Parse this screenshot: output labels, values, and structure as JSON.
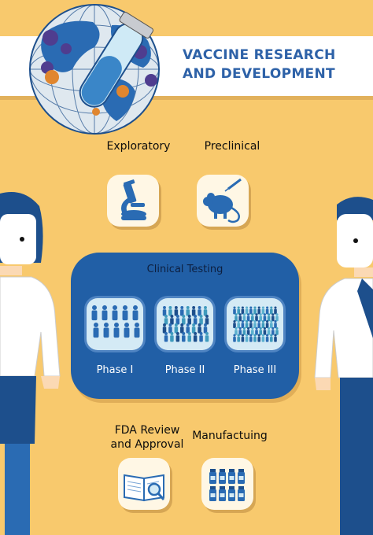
{
  "title": {
    "line1": "VACCINE RESEARCH",
    "line2": "AND DEVELOPMENT"
  },
  "stages": {
    "exploratory": "Exploratory",
    "preclinical": "Preclinical",
    "clinical_testing": "Clinical Testing",
    "fda_review_line1": "FDA Review",
    "fda_review_line2": "and Approval",
    "manufacturing": "Manufactuing"
  },
  "phases": [
    "Phase I",
    "Phase II",
    "Phase III"
  ],
  "icons": {
    "globe": "globe-virus-test-tube-icon",
    "exploratory": "microscope-icon",
    "preclinical": "lab-mouse-syringe-icon",
    "phase_1": "small-crowd-icon",
    "phase_2": "medium-crowd-icon",
    "phase_3": "large-crowd-icon",
    "fda": "book-magnifier-icon",
    "manufacturing": "vaccine-vials-icon"
  },
  "colors": {
    "background": "#f8c96d",
    "title": "#2e62a8",
    "panel": "#215fa6",
    "icon_tile": "#fff7e5",
    "phase_tile": "#d4eaf5"
  }
}
